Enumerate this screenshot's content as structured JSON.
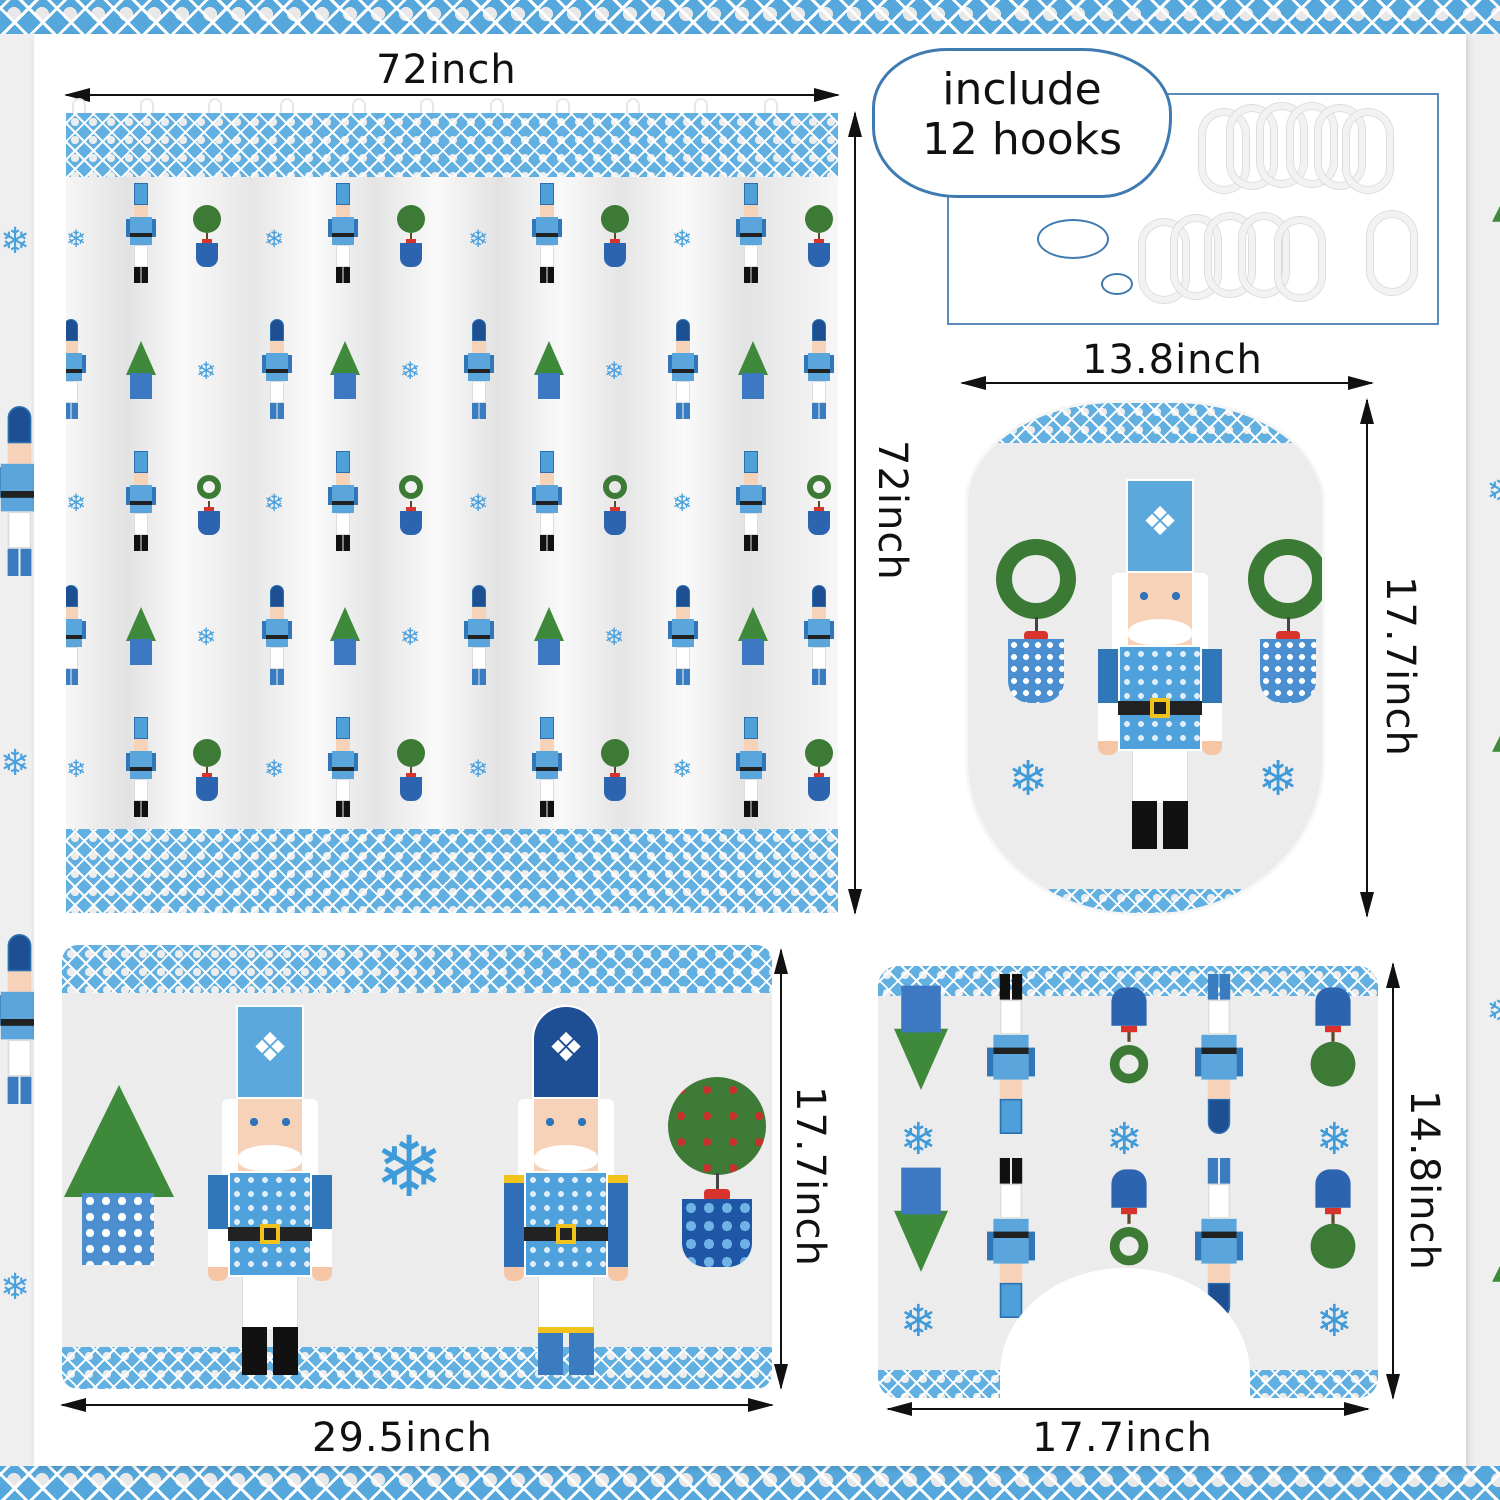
{
  "product": {
    "description": "Nutcracker blue-and-white bathroom set: shower curtain, hooks, toilet lid cover, bath mat, contour mat",
    "colors": {
      "lattice_blue": "#56a7dc",
      "dark_blue": "#1f56a6",
      "green": "#3c7a36",
      "red_bow": "#d8322d",
      "gold": "#f2c21c",
      "background": "#ececec"
    }
  },
  "shower_curtain": {
    "width_label": "72inch",
    "height_label": "72inch",
    "hook_count_visible": 11
  },
  "hooks": {
    "callout_line1": "include",
    "callout_line2": "12 hooks",
    "ring_count": 12
  },
  "lid_cover": {
    "width_label": "13.8inch",
    "height_label": "17.7inch"
  },
  "bath_mat": {
    "width_label": "29.5inch",
    "height_label": "17.7inch"
  },
  "contour_mat": {
    "width_label": "17.7inch",
    "height_label": "14.8inch"
  },
  "icons": {
    "snowflake": "❄"
  }
}
